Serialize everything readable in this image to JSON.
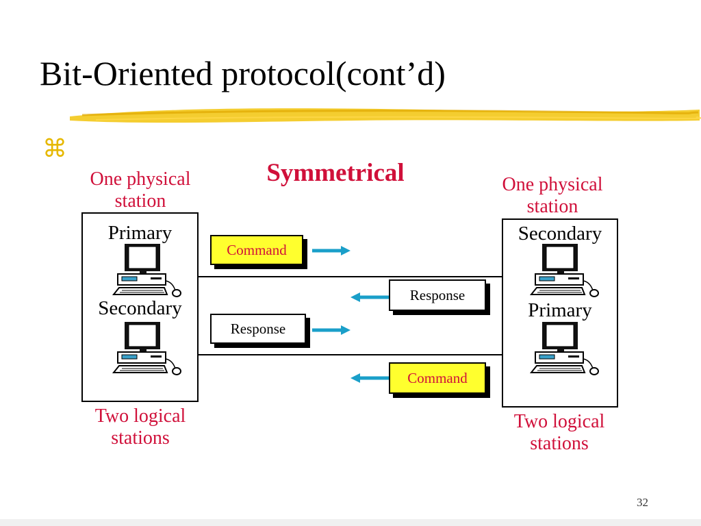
{
  "slide": {
    "title": "Bit-Oriented protocol(cont’d)",
    "bullet_symbol": "⌘",
    "page_number": "32"
  },
  "diagram": {
    "title": "Symmetrical",
    "left_station": {
      "top_label": "One physical station",
      "roles": [
        "Primary",
        "Secondary"
      ],
      "bottom_label": "Two logical stations"
    },
    "right_station": {
      "top_label": "One physical station",
      "roles": [
        "Secondary",
        "Primary"
      ],
      "bottom_label": "Two logical stations"
    },
    "messages": [
      {
        "label": "Command",
        "direction": "right",
        "color": "yellow"
      },
      {
        "label": "Response",
        "direction": "left",
        "color": "white"
      },
      {
        "label": "Response",
        "direction": "right",
        "color": "white"
      },
      {
        "label": "Command",
        "direction": "left",
        "color": "yellow"
      }
    ]
  },
  "colors": {
    "label_red": "#d0103a",
    "highlight_yellow": "#ffff2e",
    "arrow_blue": "#1a9fc9",
    "underline_gold": "#f2c40c"
  }
}
